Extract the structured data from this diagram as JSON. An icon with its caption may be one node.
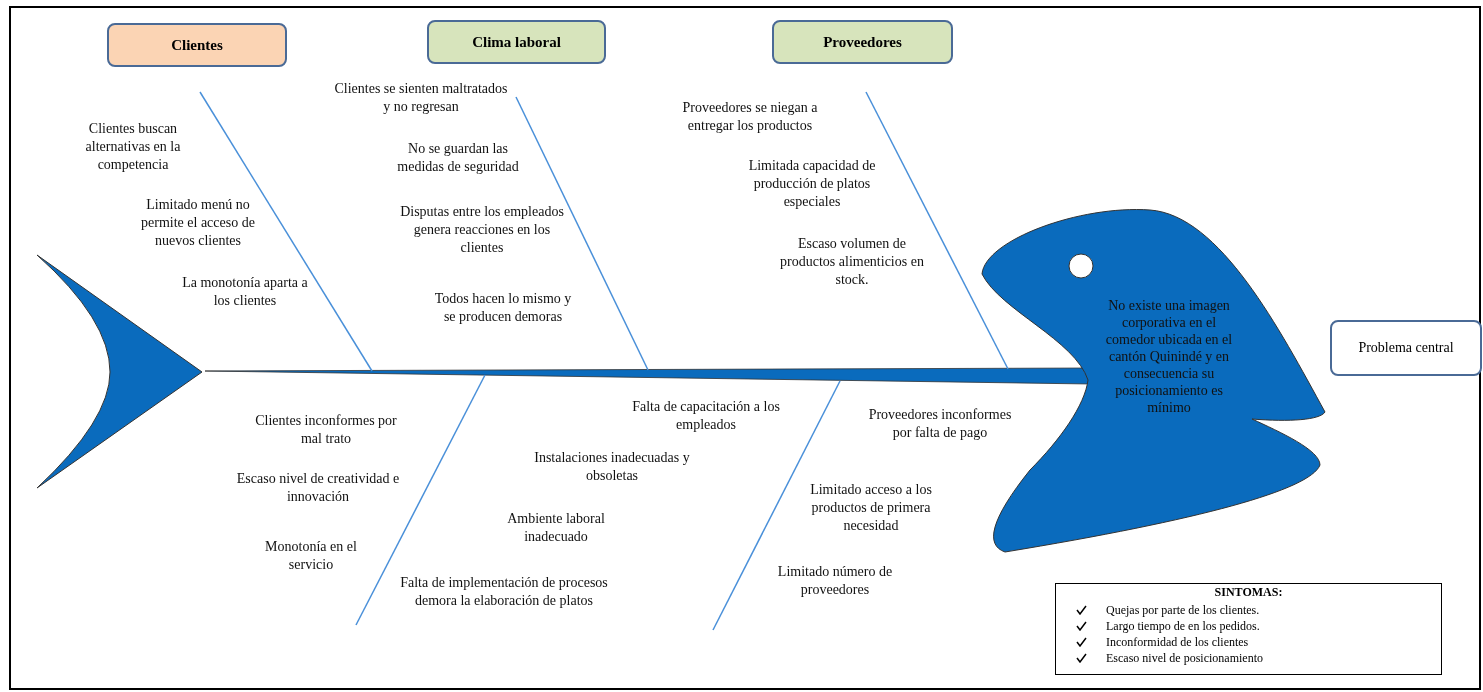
{
  "diagram": {
    "nodes": [
      {
        "text": [
          "Clientes"
        ]
      },
      {
        "text": [
          "Clima laboral"
        ]
      },
      {
        "text": [
          "Proveedores"
        ]
      },
      {
        "text": [
          "No existe una imagen corporativa en el comedor ubicada en el cantón Quinindé y en consecuencia su posicionamiento es mínimo"
        ]
      },
      {
        "text": [
          "Problema central"
        ]
      },
      {
        "text": [
          "SINTOMAS:",
          "Quejas por parte de los clientes.",
          "Largo tiempo de en los pedidos.",
          "Inconformidad de los clientes",
          "Escaso nivel de posicionamiento"
        ]
      }
    ],
    "labels": [
      "Clientes buscan alternativas en la competencia",
      "Limitado menú no permite el acceso de nuevos clientes",
      "La monotonía aparta a los clientes",
      "Clientes se sienten maltratados y no regresan",
      "No se guardan las medidas de seguridad",
      "Disputas entre los empleados genera reacciones en los clientes",
      "Todos hacen lo mismo y se producen demoras",
      "Proveedores se niegan a entregar los productos",
      "Limitada capacidad de producción de platos especiales",
      "Escaso volumen de productos alimenticios en stock.",
      "Clientes inconformes por mal trato",
      "Escaso nivel de creatividad e innovación",
      "Monotonía en el servicio",
      "Falta de capacitación a los empleados",
      "Instalaciones inadecuadas y obsoletas",
      "Ambiente laboral inadecuado",
      "Falta de implementación de procesos demora la elaboración de platos",
      "Proveedores inconformes por falta de pago",
      "Limitado acceso a los productos de primera necesidad",
      "Limitado número de proveedores"
    ]
  }
}
